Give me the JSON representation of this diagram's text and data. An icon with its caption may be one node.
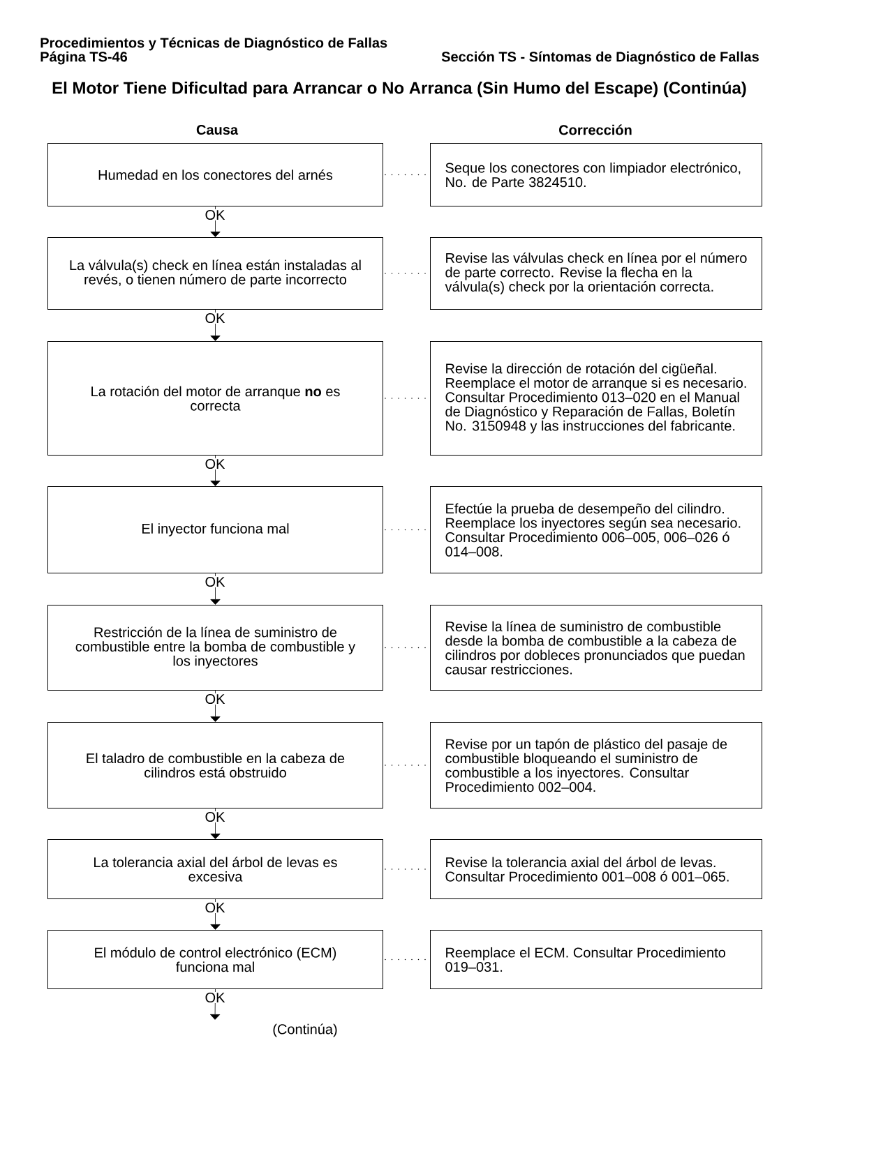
{
  "diagram": {
    "title": "El Motor Tiene Dificultad para Arrancar o No Arranca (Sin Humo del Escape) (Continúa)",
    "nodes": [
      {
        "text": [
          "Humedad en los conectores del arnés"
        ]
      },
      {
        "text": [
          "Seque los conectores con limpiador electrónico, No. de Parte 3824510."
        ]
      },
      {
        "text": [
          "La válvula(s) check en línea están instaladas al revés, o tienen número de parte incorrecto"
        ]
      },
      {
        "text": [
          "Revise las válvulas check en línea por el número de parte correcto. Revise la flecha en la válvula(s) check por la orientación correcta."
        ]
      },
      {
        "text": [
          "La rotación del motor de arranque **no** es correcta"
        ]
      },
      {
        "text": [
          "Revise la dirección de rotación del cigüeñal. Reemplace el motor de arranque si es necesario. Consultar Procedimiento 013–020 en el Manual de Diagnóstico y Reparación de Fallas, Boletín No. 3150948 y las instrucciones del fabricante."
        ]
      },
      {
        "text": [
          "El inyector funciona mal"
        ]
      },
      {
        "text": [
          "Efectúe la prueba de desempeño del cilindro. Reemplace los inyectores según sea necesario. Consultar Procedimiento 006–005, 006–026 ó 014–008."
        ]
      },
      {
        "text": [
          "Restricción de la línea de suministro de combustible entre la bomba de combustible y los inyectores"
        ]
      },
      {
        "text": [
          "Revise la línea de suministro de combustible desde la bomba de combustible a la cabeza de cilindros por dobleces pronunciados que puedan causar restricciones."
        ]
      },
      {
        "text": [
          "El taladro de combustible en la cabeza de cilindros está obstruido"
        ]
      },
      {
        "text": [
          "Revise por un tapón de plástico del pasaje de combustible bloqueando el suministro de combustible a los inyectores. Consultar Procedimiento 002–004."
        ]
      },
      {
        "text": [
          "La tolerancia axial del árbol de levas es excesiva"
        ]
      },
      {
        "text": [
          "Revise la tolerancia axial del árbol de levas. Consultar Procedimiento 001–008 ó 001–065."
        ]
      },
      {
        "text": [
          "El módulo de control electrónico (ECM) funciona mal"
        ]
      },
      {
        "text": [
          "Reemplace el ECM. Consultar Procedimiento 019–031."
        ]
      }
    ],
    "edges": [
      {
        "from": 0,
        "to": 1,
        "arrow": "none",
        "style": "dashed"
      },
      {
        "from": 0,
        "to": 2,
        "arrow": "to",
        "label": "OK"
      },
      {
        "from": 2,
        "to": 3,
        "arrow": "none",
        "style": "dashed"
      },
      {
        "from": 2,
        "to": 4,
        "arrow": "to",
        "label": "OK"
      },
      {
        "from": 4,
        "to": 5,
        "arrow": "none",
        "style": "dashed"
      },
      {
        "from": 4,
        "to": 6,
        "arrow": "to",
        "label": "OK"
      },
      {
        "from": 6,
        "to": 7,
        "arrow": "none",
        "style": "dashed"
      },
      {
        "from": 6,
        "to": 8,
        "arrow": "to",
        "label": "OK"
      },
      {
        "from": 8,
        "to": 9,
        "arrow": "none",
        "style": "dashed"
      },
      {
        "from": 8,
        "to": 10,
        "arrow": "to",
        "label": "OK"
      },
      {
        "from": 10,
        "to": 11,
        "arrow": "none",
        "style": "dashed"
      },
      {
        "from": 10,
        "to": 12,
        "arrow": "to",
        "label": "OK"
      },
      {
        "from": 12,
        "to": 13,
        "arrow": "none",
        "style": "dashed"
      },
      {
        "from": 12,
        "to": 14,
        "arrow": "to",
        "label": "OK"
      },
      {
        "from": 14,
        "to": 15,
        "arrow": "none",
        "style": "dashed"
      },
      {
        "from": 14,
        "to": null,
        "arrow": "to",
        "label": "OK"
      }
    ],
    "labels": [
      "Procedimientos y Técnicas de Diagnóstico de Fallas",
      "Página TS-46",
      "Sección TS - Síntomas de Diagnóstico de Fallas",
      "Causa",
      "Corrección",
      "(Continúa)"
    ]
  }
}
